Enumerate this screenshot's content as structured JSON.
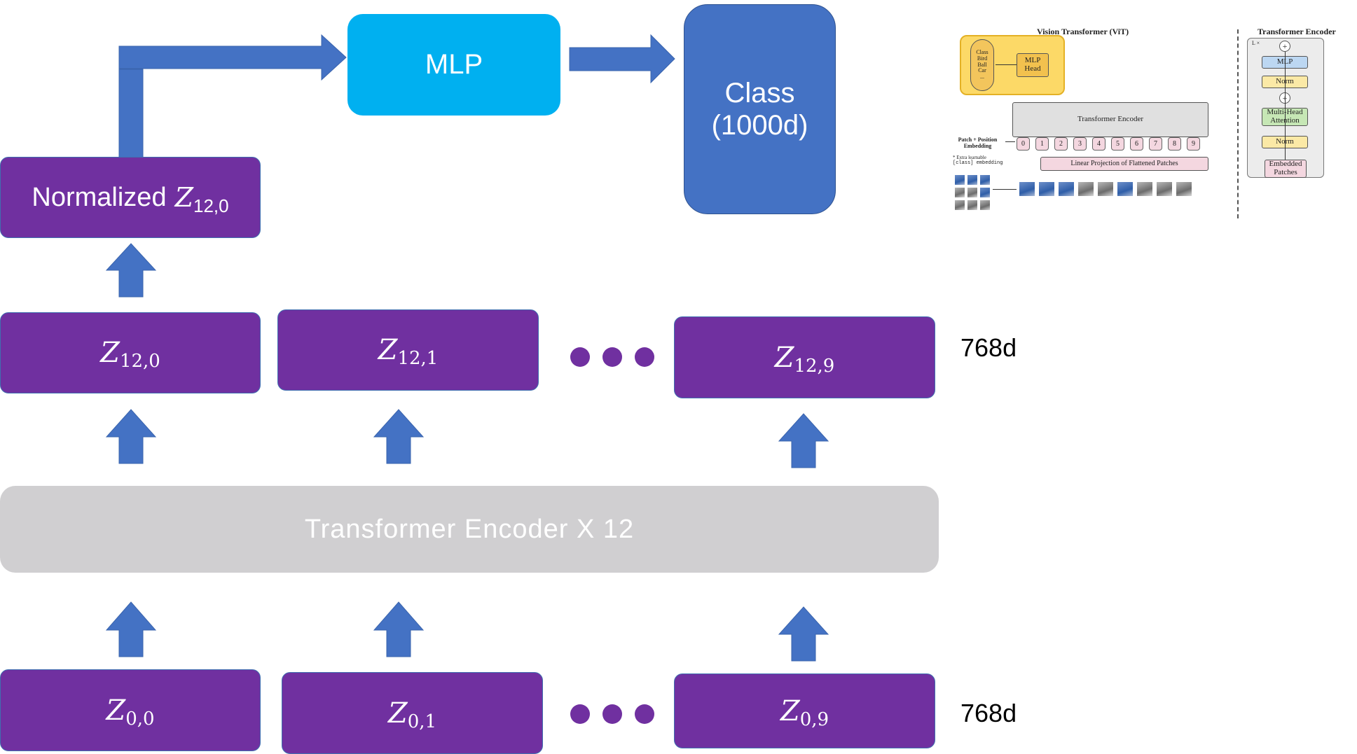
{
  "diagram": {
    "top_row": {
      "normalized": {
        "prefix": "Normalized",
        "var": "Z",
        "sub": "12,0"
      },
      "mlp_label": "MLP",
      "class_label": [
        "Class",
        "(1000d)"
      ]
    },
    "output_tokens": [
      {
        "var": "Z",
        "sub": "12,0"
      },
      {
        "var": "Z",
        "sub": "12,1"
      },
      {
        "var": "Z",
        "sub": "12,9"
      }
    ],
    "encoder_label": "Transformer Encoder X 12",
    "input_tokens": [
      {
        "var": "Z",
        "sub": "0,0"
      },
      {
        "var": "Z",
        "sub": "0,1"
      },
      {
        "var": "Z",
        "sub": "0,9"
      }
    ],
    "dim_labels": {
      "output": "768d",
      "input": "768d"
    }
  },
  "colors": {
    "token_purple": "#7030a0",
    "arrow_blue": "#4472c4",
    "mlp_cyan": "#00b0f0",
    "class_blue": "#4472c4",
    "encoder_gray": "#d0cfd1",
    "highlight_yellow": "#fcd34d"
  },
  "vit_reference": {
    "vit_title": "Vision Transformer (ViT)",
    "encoder_title": "Transformer Encoder",
    "class_items": [
      "Class",
      "Bird",
      "Ball",
      "Car",
      "..."
    ],
    "mlp_head": [
      "MLP",
      "Head"
    ],
    "transformer_encoder": "Transformer Encoder",
    "patch_position_label": [
      "Patch + Position",
      "Embedding"
    ],
    "extra_learnable": [
      "* Extra learnable",
      "[class] embedding"
    ],
    "linear_projection": "Linear Projection of Flattened Patches",
    "tokens": [
      "0",
      "1",
      "2",
      "3",
      "4",
      "5",
      "6",
      "7",
      "8",
      "9"
    ],
    "lx": "L ×",
    "plus": "+",
    "encoder_blocks": {
      "mlp": "MLP",
      "norm1": "Norm",
      "mha": [
        "Multi-Head",
        "Attention"
      ],
      "norm2": "Norm",
      "embedded": [
        "Embedded",
        "Patches"
      ]
    }
  }
}
